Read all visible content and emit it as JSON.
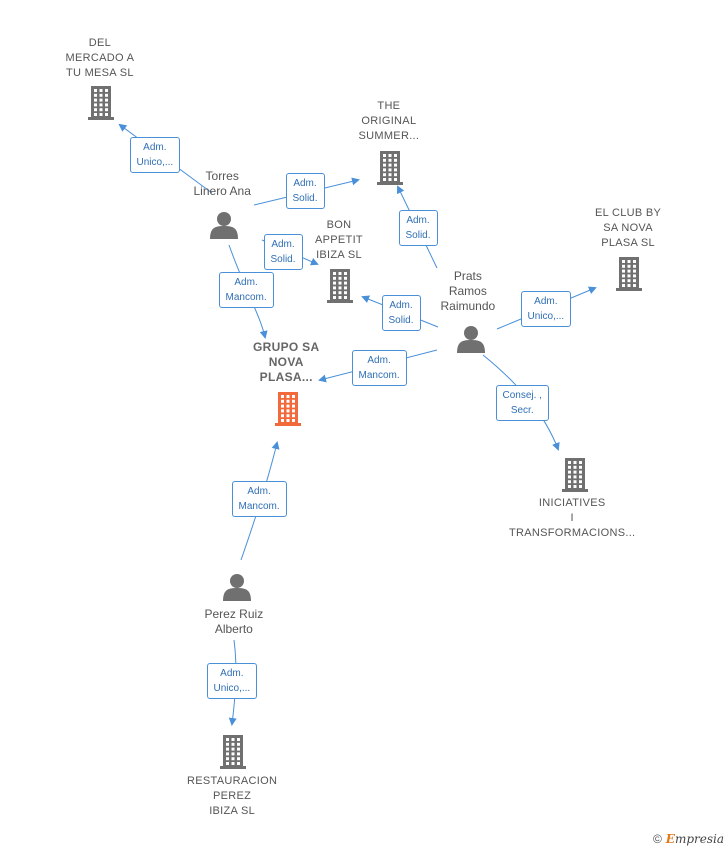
{
  "colors": {
    "edge": "#4a90d9",
    "building": "#707070",
    "building_main": "#f26a3c",
    "person": "#707070"
  },
  "nodes": {
    "del_mercado": {
      "label": "DEL\nMERCADO A\nTU MESA  SL",
      "kind": "building"
    },
    "the_original": {
      "label": "THE\nORIGINAL\nSUMMER...",
      "kind": "building"
    },
    "el_club": {
      "label": "EL CLUB BY\nSA NOVA\nPLASA  SL",
      "kind": "building"
    },
    "bon_appetit": {
      "label": "BON\nAPPETIT\nIBIZA  SL",
      "kind": "building"
    },
    "grupo": {
      "label": "GRUPO SA\nNOVA\nPLASA...",
      "kind": "building-main"
    },
    "iniciatives": {
      "label": "INICIATIVES\nI\nTRANSFORMACIONS...",
      "kind": "building"
    },
    "restauracion": {
      "label": "RESTAURACION\nPEREZ\nIBIZA  SL",
      "kind": "building"
    },
    "torres": {
      "label": "Torres\nLinero Ana",
      "kind": "person"
    },
    "prats": {
      "label": "Prats\nRamos\nRaimundo",
      "kind": "person"
    },
    "perez": {
      "label": "Perez Ruiz\nAlberto",
      "kind": "person"
    }
  },
  "edges": [
    {
      "from": "torres",
      "to": "del_mercado",
      "label": "Adm.\nUnico,..."
    },
    {
      "from": "torres",
      "to": "the_original",
      "label": "Adm.\nSolid."
    },
    {
      "from": "torres",
      "to": "bon_appetit",
      "label": "Adm.\nSolid."
    },
    {
      "from": "torres",
      "to": "grupo",
      "label": "Adm.\nMancom."
    },
    {
      "from": "prats",
      "to": "the_original",
      "label": "Adm.\nSolid."
    },
    {
      "from": "prats",
      "to": "bon_appetit",
      "label": "Adm.\nSolid."
    },
    {
      "from": "prats",
      "to": "el_club",
      "label": "Adm.\nUnico,..."
    },
    {
      "from": "prats",
      "to": "grupo",
      "label": "Adm.\nMancom."
    },
    {
      "from": "prats",
      "to": "iniciatives",
      "label": "Consej. ,\nSecr."
    },
    {
      "from": "perez",
      "to": "grupo",
      "label": "Adm.\nMancom."
    },
    {
      "from": "perez",
      "to": "restauracion",
      "label": "Adm.\nUnico,..."
    }
  ],
  "footer": {
    "copyright": "©",
    "brand_initial": "E",
    "brand_rest": "mpresia"
  }
}
